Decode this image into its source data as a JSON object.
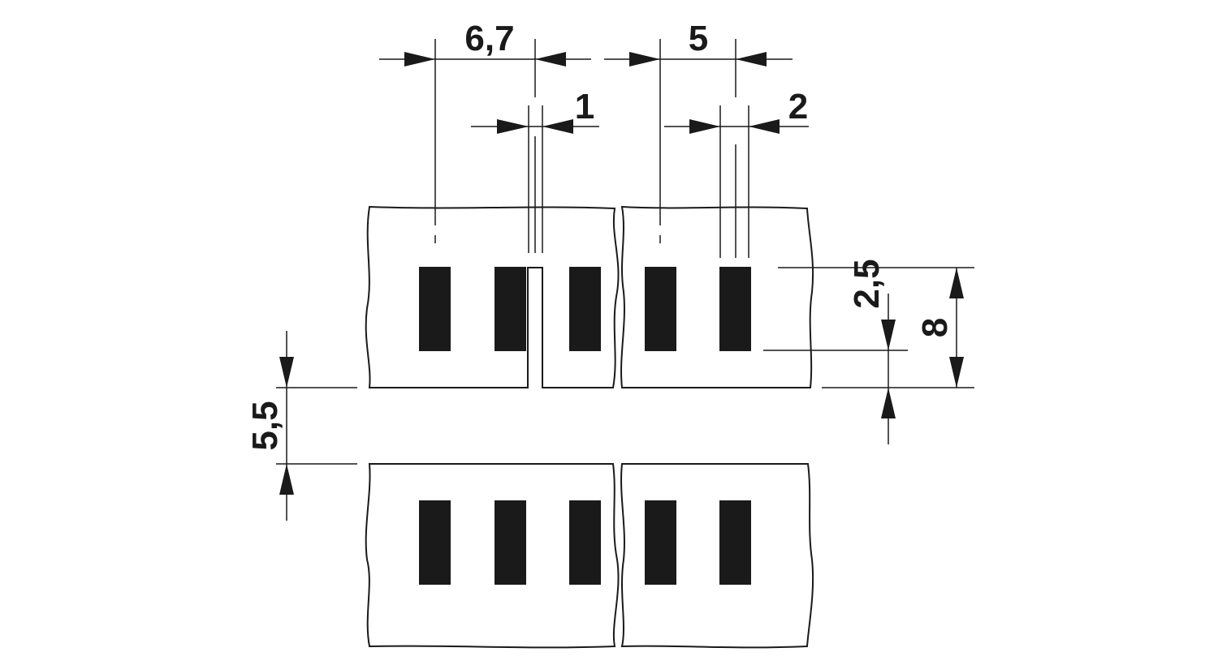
{
  "dimensions": {
    "pitch_large": "6,7",
    "pitch_small": "5",
    "gap_large": "1",
    "gap_small": "2",
    "pad_offset": "2,5",
    "strip_height": "8",
    "row_gap": "5,5"
  }
}
